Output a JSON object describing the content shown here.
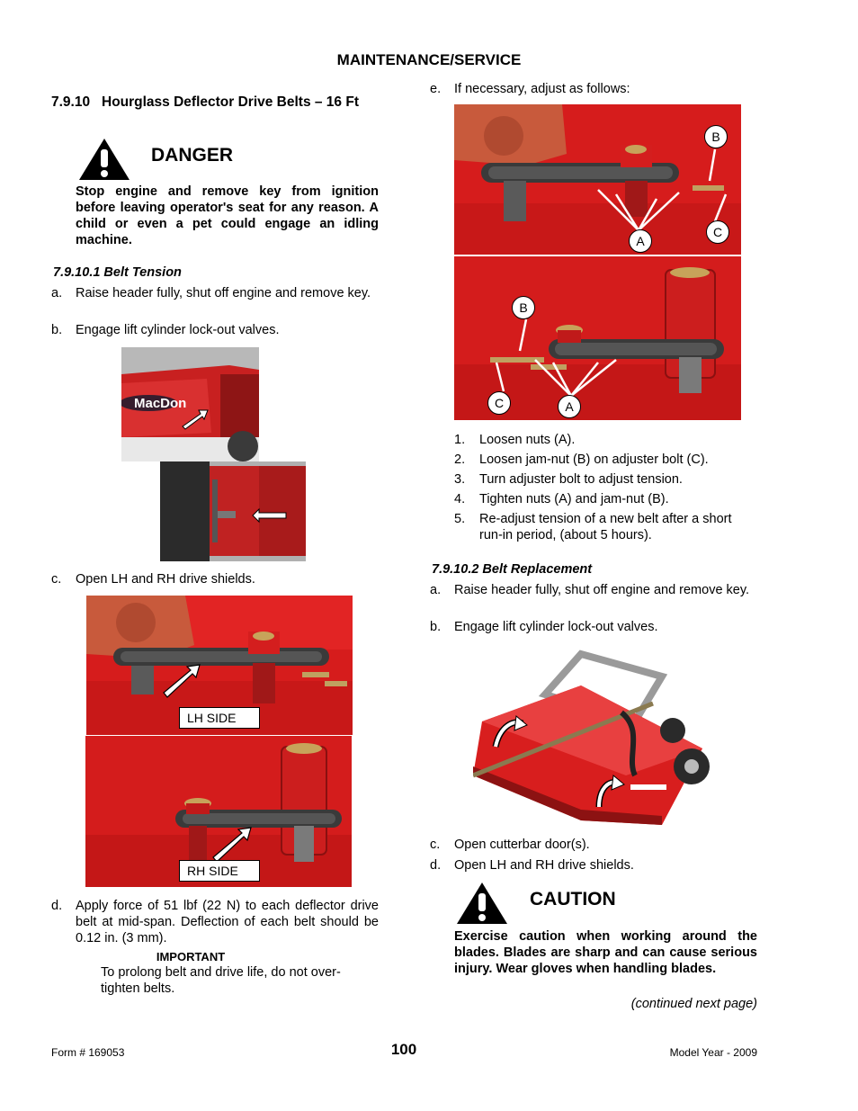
{
  "header": "MAINTENANCE/SERVICE",
  "section": {
    "number": "7.9.10",
    "title": "Hourglass Deflector Drive Belts – 16 Ft"
  },
  "danger": {
    "signal": "DANGER",
    "text": "Stop engine and remove key from ignition before leaving operator's seat for any reason. A child or even a pet could engage an idling machine."
  },
  "belt_tension": {
    "heading": "7.9.10.1  Belt Tension",
    "steps": [
      {
        "label": "a.",
        "text": "Raise header fully, shut off engine and remove key."
      },
      {
        "label": "b.",
        "text": "Engage lift cylinder lock-out valves."
      },
      {
        "label": "c.",
        "text": "Open LH and RH drive shields."
      },
      {
        "label": "d.",
        "text": "Apply force of 51 lbf (22 N) to each deflector drive belt at mid-span. Deflection of each belt should be 0.12 in. (3 mm)."
      }
    ],
    "important_label": "IMPORTANT",
    "important_text": "To prolong belt and drive life, do not over-tighten belts.",
    "lh_side": "LH SIDE",
    "rh_side": "RH SIDE",
    "step_e": {
      "label": "e.",
      "text": "If necessary, adjust as follows:"
    },
    "callouts": {
      "a": "A",
      "b": "B",
      "c": "C"
    },
    "adjust_steps": [
      {
        "label": "1.",
        "text": "Loosen nuts (A)."
      },
      {
        "label": "2.",
        "text": "Loosen jam-nut (B) on adjuster bolt (C)."
      },
      {
        "label": "3.",
        "text": "Turn adjuster bolt to adjust tension."
      },
      {
        "label": "4.",
        "text": "Tighten nuts (A) and jam-nut (B)."
      },
      {
        "label": "5.",
        "text": "Re-adjust tension of a new belt after a short run-in period, (about 5 hours)."
      }
    ]
  },
  "belt_replacement": {
    "heading": "7.9.10.2  Belt Replacement",
    "steps": [
      {
        "label": "a.",
        "text": "Raise header fully, shut off engine and remove key."
      },
      {
        "label": "b.",
        "text": "Engage lift cylinder lock-out valves."
      },
      {
        "label": "c.",
        "text": "Open cutterbar door(s)."
      },
      {
        "label": "d.",
        "text": "Open LH and RH drive shields."
      }
    ]
  },
  "caution": {
    "signal": "CAUTION",
    "text": "Exercise caution when working around the blades. Blades are sharp and can cause serious injury. Wear gloves when handling blades."
  },
  "continued": "(continued next page)",
  "brand_logo": "MacDon",
  "footer": {
    "form": "Form # 169053",
    "page": "100",
    "model_year": "Model Year - 2009"
  },
  "colors": {
    "machine_red": "#d81e1e",
    "dark_red": "#9e1414",
    "belt": "#3a3a3a"
  }
}
